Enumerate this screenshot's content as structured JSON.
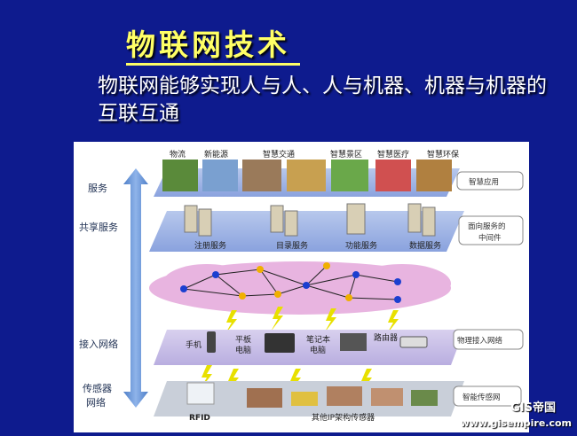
{
  "slide": {
    "title": "物联网技术",
    "subtitle": "物联网能够实现人与人、人与机器、机器与机器的互联互通"
  },
  "diagram": {
    "layers": [
      {
        "name": "服务",
        "box": "智慧应用"
      },
      {
        "name": "共享服务",
        "box": "面向服务的\n中间件"
      },
      {
        "name": "接入网络",
        "box": "物理接入网络"
      },
      {
        "name": "传感器\n网络",
        "box": "智能传感网"
      }
    ],
    "apps": [
      "物流",
      "新能源",
      "智慧交通",
      "智慧景区",
      "智慧医疗",
      "智慧环保"
    ],
    "services": [
      "注册服务",
      "目录服务",
      "功能服务",
      "数据服务"
    ],
    "devices": [
      "手机",
      "平板\n电脑",
      "笔记本\n电脑",
      "路由器"
    ],
    "sensors": [
      "RFID",
      "其他IP架构传感器"
    ]
  },
  "watermark": {
    "brand": "GIS帝国",
    "url": "www.gisempire.com"
  }
}
